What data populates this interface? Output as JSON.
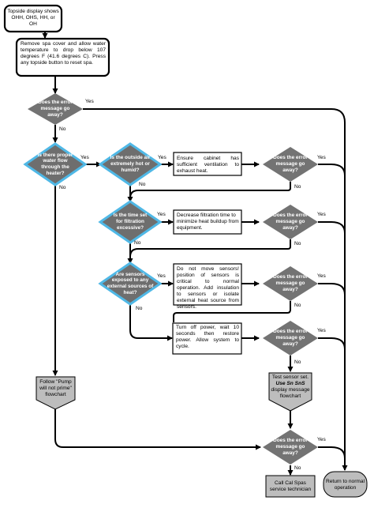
{
  "start": {
    "text": "Topside display shows OHH, OHS, HH, or OH"
  },
  "step1": {
    "text": "Remove spa cover and allow water temperature to drop below 107 degrees F (41.6 degrees C). Press any topside button to reset spa."
  },
  "decision_main": {
    "text": "Does the error message go away?"
  },
  "water_flow": {
    "text": "Is there proper water flow through the heater?"
  },
  "outside_air": {
    "text": "Is the outside air extremely hot or humid?"
  },
  "ventilation": {
    "text": "Ensure cabinet has sufficient ventilation to exhaust heat."
  },
  "filtration": {
    "text": "Is the time set for filtration excessive?"
  },
  "decrease": {
    "text": "Decrease filtration time to minimize heat buildup from equipment."
  },
  "sensors": {
    "text": "Are sensors exposed to any external sources of heat?"
  },
  "sensor_note": {
    "text": "Do not move sensors! position of sensors is critical to normal operation. Add insulation to sensors or isolate external heat source from sensors."
  },
  "power": {
    "text": "Turn off power, wait 10 seconds then restore power. Allow system to cycle."
  },
  "pump": {
    "text": "Follow \"Pump will not prime\" flowchart"
  },
  "sensor_set": {
    "line1": "Test sensor set.",
    "line2": "Use Sn SnS",
    "line3": "display message flowchart"
  },
  "error_q": "Does the error message go away?",
  "call": {
    "text": "Call Cal Spas service technician"
  },
  "return": {
    "text": "Return to normal operation"
  },
  "labels": {
    "yes": "Yes",
    "no": "No"
  },
  "colors": {
    "decision_gray": "#737373",
    "decision_blue_border": "#4fb8e6",
    "decision_blue_fill": "#6e6e6e",
    "end_fill": "#bdbdbd",
    "line": "#000000"
  }
}
